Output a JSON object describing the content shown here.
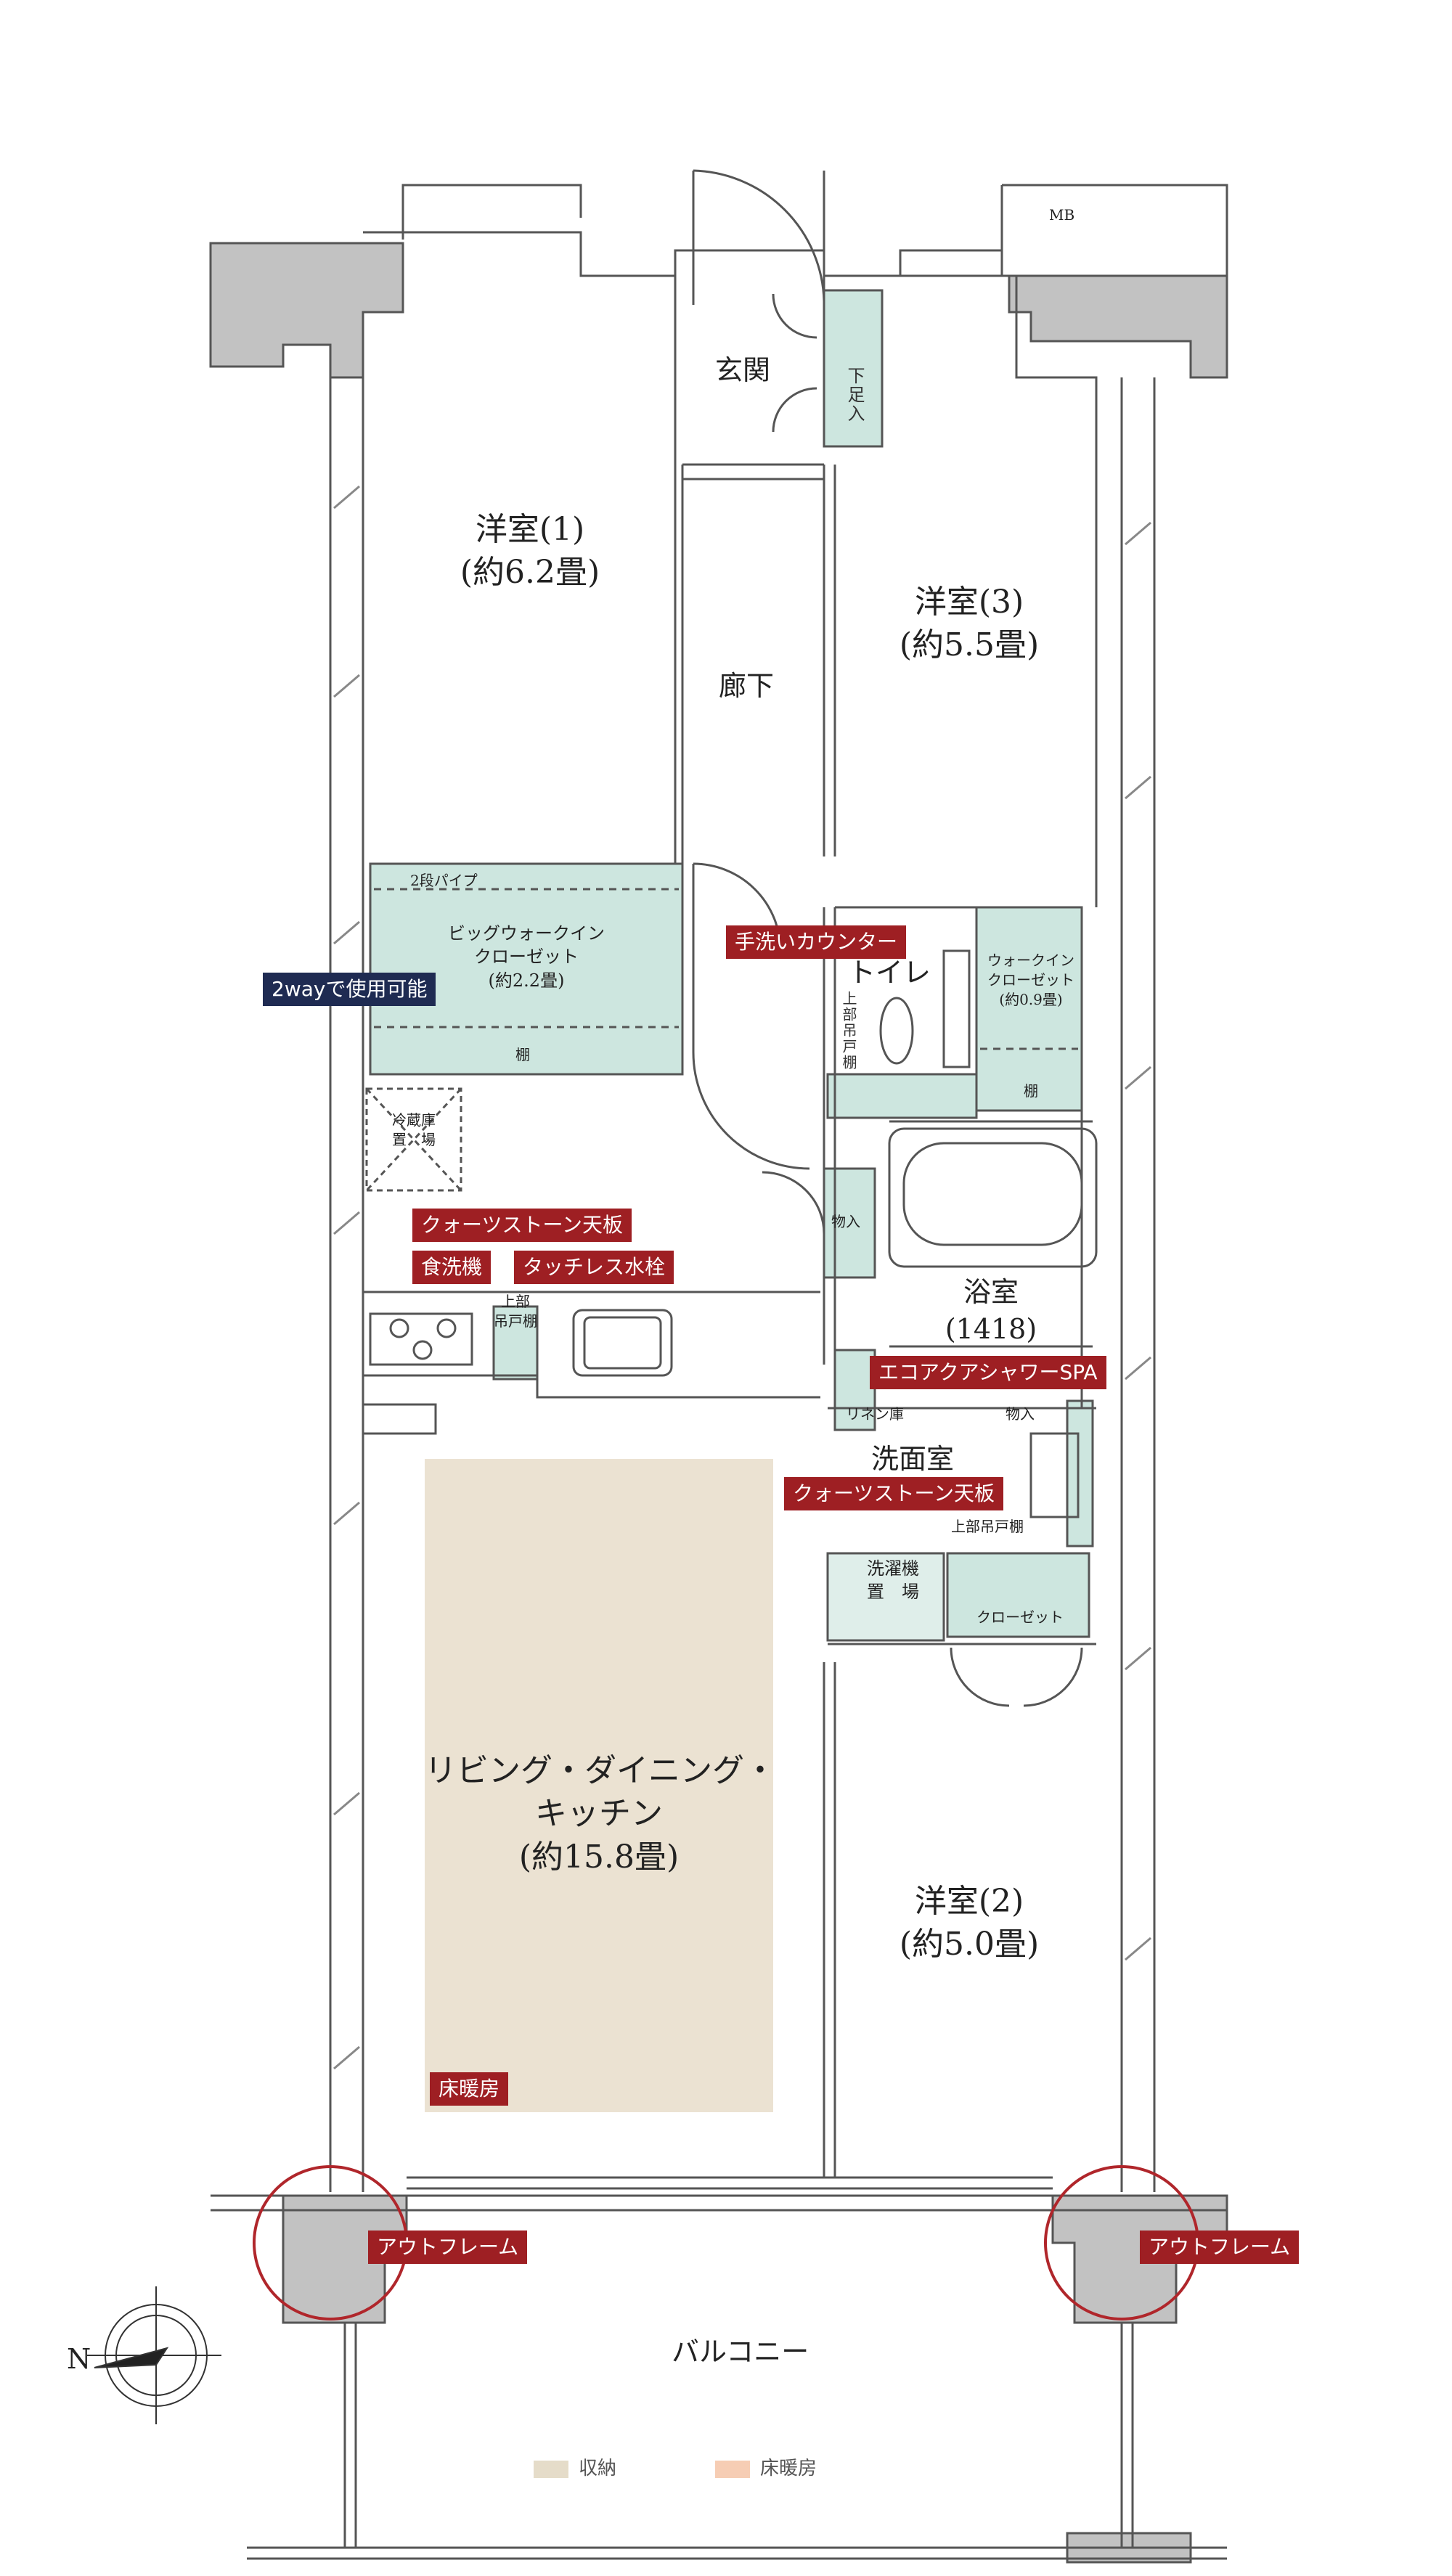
{
  "rooms": {
    "western1": {
      "name": "洋室(1)",
      "size": "(約6.2畳)"
    },
    "western2": {
      "name": "洋室(2)",
      "size": "(約5.0畳)"
    },
    "western3": {
      "name": "洋室(3)",
      "size": "(約5.5畳)"
    },
    "ldk": {
      "line1": "リビング・ダイニング・",
      "line2": "キッチン",
      "size": "(約15.8畳)"
    },
    "entrance": "玄関",
    "hallway": "廊下",
    "toilet": "トイレ",
    "bath": {
      "name": "浴室",
      "size": "(1418)"
    },
    "washroom": "洗面室",
    "balcony": "バルコニー"
  },
  "storage": {
    "shoe_box": "下足入",
    "big_wic": {
      "line1": "2段パイプ",
      "line2": "ビッグウォークイン",
      "line3": "クローゼット",
      "line4": "(約2.2畳)",
      "shelf": "棚"
    },
    "wic": {
      "line1": "ウォークイン",
      "line2": "クローゼット",
      "line3": "(約0.9畳)",
      "shelf": "棚"
    },
    "closet": "クローゼット",
    "storage_monoire": "物入",
    "storage_monoire2": "物入",
    "linen": "リネン庫",
    "upper_cabinet_wash": "上部吊戸棚",
    "upper_cabinet_toilet": "上部吊戸棚",
    "upper_cabinet_kitchen": {
      "line1": "上部",
      "line2": "吊戸棚"
    },
    "fridge": {
      "line1": "冷蔵庫",
      "line2": "置　場"
    },
    "washer": {
      "line1": "洗濯機",
      "line2": "置　場"
    },
    "mb": "MB"
  },
  "badges": {
    "twoway": "2wayで使用可能",
    "hand_wash": "手洗いカウンター",
    "quartz_kitchen": "クォーツストーン天板",
    "dishwasher": "食洗機",
    "touchless": "タッチレス水栓",
    "eco_shower": "エコアクアシャワーSPA",
    "quartz_wash": "クォーツストーン天板",
    "floor_heating": "床暖房",
    "outframe_left": "アウトフレーム",
    "outframe_right": "アウトフレーム"
  },
  "legend": {
    "storage": "収納",
    "floor_heating": "床暖房"
  },
  "colors": {
    "storage": "#cde6df",
    "ldk_floor": "#ebe2d2",
    "legend_storage": "#e5dcc9",
    "legend_heating": "#f6cdb4",
    "badge_red": "#9e1f23",
    "badge_navy": "#1f2b52",
    "wall": "#bdbdbd"
  },
  "compass": {
    "label": "N"
  }
}
